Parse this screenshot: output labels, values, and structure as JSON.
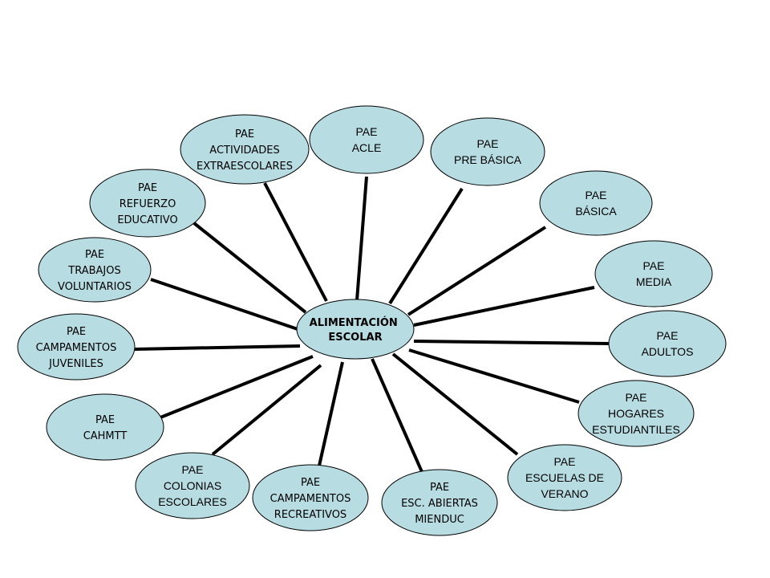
{
  "diagram": {
    "center": {
      "lines": [
        "ALIMENTACIÓN",
        "ESCOLAR"
      ]
    },
    "nodes": [
      {
        "id": "node-pae-acle",
        "lines": [
          "PAE",
          "ACLE"
        ],
        "font": "sans"
      },
      {
        "id": "node-pae-pre-basica",
        "lines": [
          "PAE",
          "PRE BÁSICA"
        ],
        "font": "sans"
      },
      {
        "id": "node-pae-basica",
        "lines": [
          "PAE",
          "BÁSICA"
        ],
        "font": "sans"
      },
      {
        "id": "node-pae-media",
        "lines": [
          "PAE",
          "MEDIA"
        ],
        "font": "sans"
      },
      {
        "id": "node-pae-adultos",
        "lines": [
          "PAE",
          "ADULTOS"
        ],
        "font": "sans"
      },
      {
        "id": "node-pae-hogares-estudiantiles",
        "lines": [
          "PAE",
          "HOGARES",
          "ESTUDIANTILES"
        ],
        "font": "sans"
      },
      {
        "id": "node-pae-escuelas-de-verano",
        "lines": [
          "PAE",
          "ESCUELAS DE",
          "VERANO"
        ],
        "font": "sans"
      },
      {
        "id": "node-pae-esc-abiertas-mienduc",
        "lines": [
          "PAE",
          "ESC. ABIERTAS",
          "MIENDUC"
        ],
        "font": "comic"
      },
      {
        "id": "node-pae-campamentos-recreativos",
        "lines": [
          "PAE",
          "CAMPAMENTOS",
          "RECREATIVOS"
        ],
        "font": "comic"
      },
      {
        "id": "node-pae-colonias-escolares",
        "lines": [
          "PAE",
          "COLONIAS",
          "ESCOLARES"
        ],
        "font": "sans"
      },
      {
        "id": "node-pae-cahmtt",
        "lines": [
          "PAE",
          "CAHMTT"
        ],
        "font": "comic"
      },
      {
        "id": "node-pae-campamentos-juveniles",
        "lines": [
          "PAE",
          "CAMPAMENTOS",
          "JUVENILES"
        ],
        "font": "comic"
      },
      {
        "id": "node-pae-trabajos-voluntarios",
        "lines": [
          "PAE",
          "TRABAJOS",
          "VOLUNTARIOS"
        ],
        "font": "comic"
      },
      {
        "id": "node-pae-refuerzo-educativo",
        "lines": [
          "PAE",
          "REFUERZO",
          "EDUCATIVO"
        ],
        "font": "comic"
      },
      {
        "id": "node-pae-actividades-extraescolares",
        "lines": [
          "PAE",
          "ACTIVIDADES",
          "EXTRAESCOLARES"
        ],
        "font": "comic"
      }
    ],
    "colors": {
      "node_fill": "#b7dde3",
      "stroke": "#000000"
    }
  }
}
